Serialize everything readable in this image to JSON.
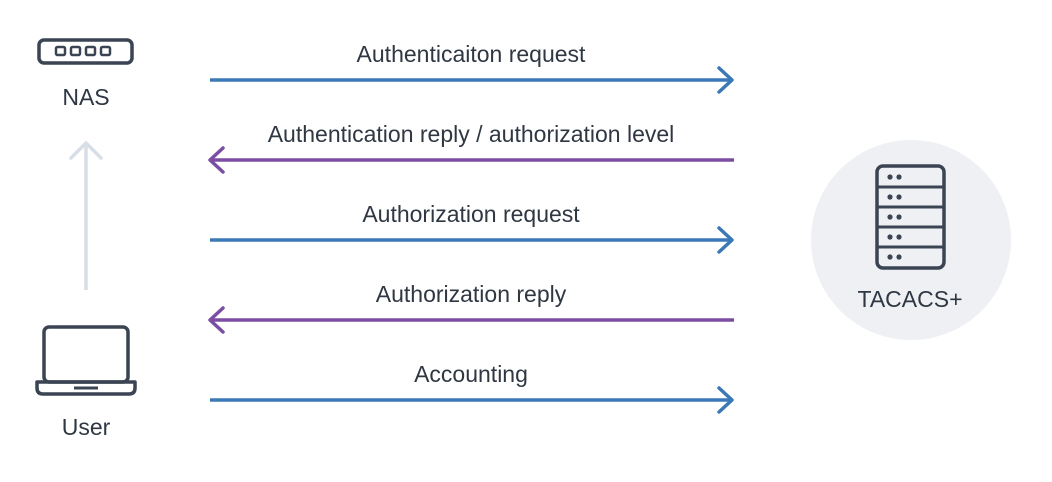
{
  "nodes": {
    "nas": {
      "label": "NAS",
      "icon": "network-device-icon"
    },
    "user": {
      "label": "User",
      "icon": "laptop-icon"
    },
    "server": {
      "label": "TACACS+",
      "icon": "server-rack-icon"
    }
  },
  "messages": [
    {
      "label": "Authenticaiton request",
      "direction": "right",
      "color": "#3a78b8"
    },
    {
      "label": "Authentication reply / authorization level",
      "direction": "left",
      "color": "#7b4ea3"
    },
    {
      "label": "Authorization request",
      "direction": "right",
      "color": "#3a78b8"
    },
    {
      "label": "Authorization reply",
      "direction": "left",
      "color": "#7b4ea3"
    },
    {
      "label": "Accounting",
      "direction": "right",
      "color": "#3a78b8"
    }
  ],
  "colors": {
    "request": "#3a78b8",
    "reply": "#7b4ea3",
    "icon_stroke": "#3b4452",
    "connector": "#d7dee6",
    "server_bg": "#eef0f4"
  }
}
